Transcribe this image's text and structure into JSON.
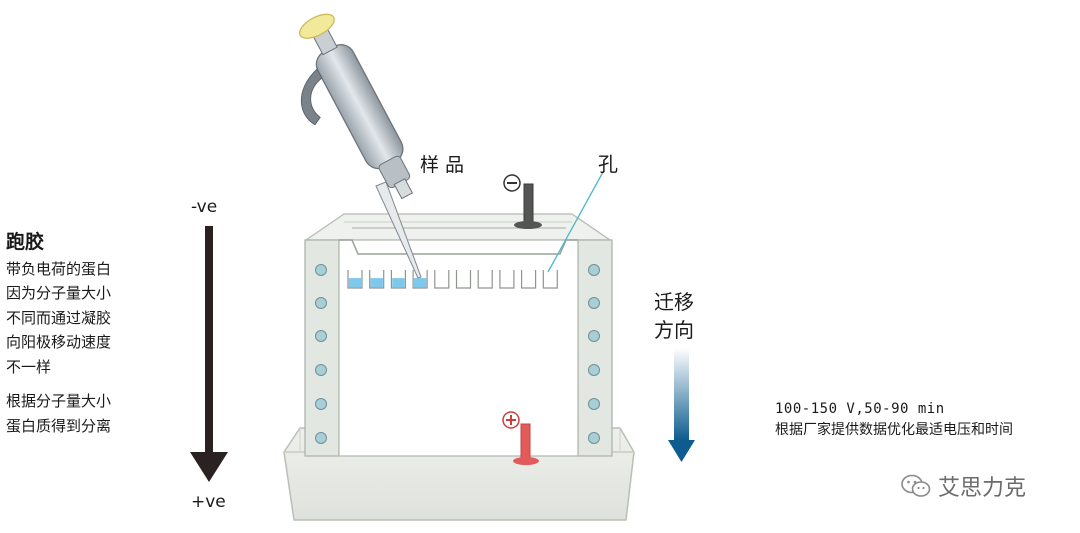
{
  "left": {
    "title": "跑胶",
    "lines_a": [
      "带负电荷的蛋白",
      "因为分子量大小",
      "不同而通过凝胶",
      "向阳极移动速度",
      "不一样"
    ],
    "lines_b": [
      "根据分子量大小",
      "蛋白质得到分离"
    ]
  },
  "polarity": {
    "negative": "-ve",
    "positive": "+ve"
  },
  "labels": {
    "sample": "样品",
    "hole": "孔"
  },
  "direction": {
    "line1": "迁移",
    "line2": "方向"
  },
  "conditions": {
    "line1": "100-150 V,50-90 min",
    "line2": "根据厂家提供数据优化最适电压和时间"
  },
  "brand": {
    "name": "艾思力克",
    "icon": "wechat-icon"
  },
  "wells": {
    "total": 10,
    "loaded": 4
  },
  "colors": {
    "sample_blue": "#7ec8ec",
    "cathode_gray": "#555555",
    "anode_red": "#e35a5a",
    "arrow_dark": "#2a2220",
    "direction_arrow": "#0d5c8f",
    "leader_line": "#4fb7c6",
    "pipette_yellow": "#f2ea9a"
  }
}
